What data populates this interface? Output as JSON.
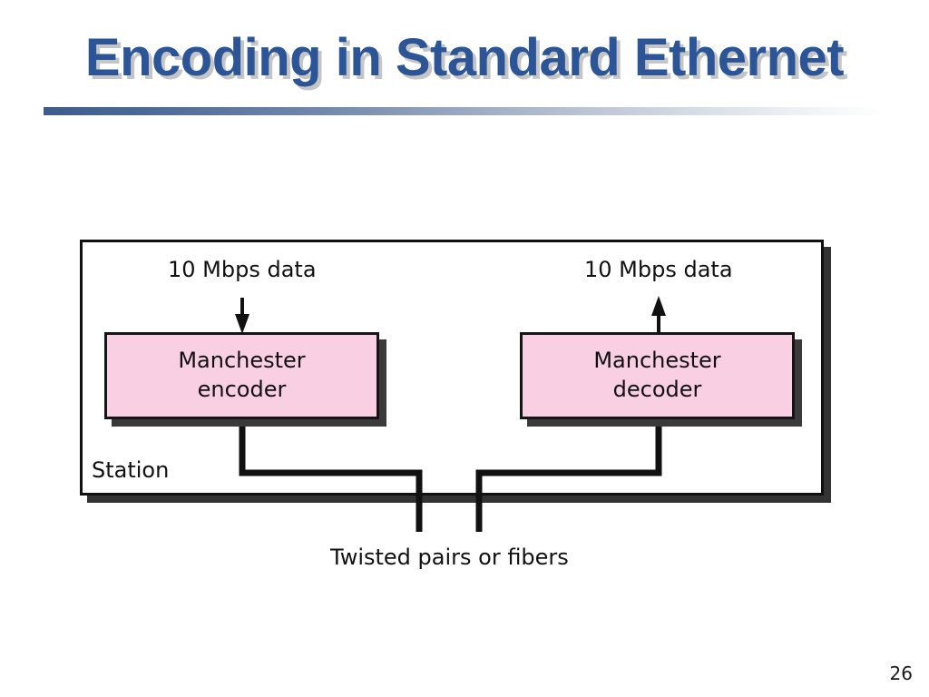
{
  "slide": {
    "title": "Encoding in Standard Ethernet",
    "page_number": "26",
    "title_color": "#2b5596",
    "rule_color": "#3d5c8c"
  },
  "diagram": {
    "station_label": "Station",
    "medium_label": "Twisted pairs or fibers",
    "box_fill_color": "#f9cfe3",
    "box_border_color": "#151515",
    "left": {
      "data_label": "10 Mbps data",
      "block_line1": "Manchester",
      "block_line2": "encoder",
      "arrow_direction": "down"
    },
    "right": {
      "data_label": "10 Mbps data",
      "block_line1": "Manchester",
      "block_line2": "decoder",
      "arrow_direction": "up"
    }
  }
}
